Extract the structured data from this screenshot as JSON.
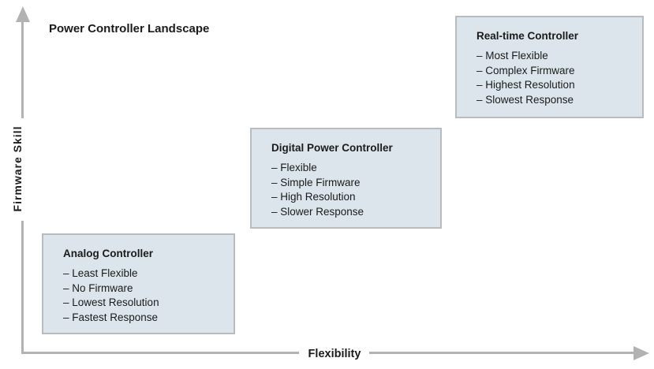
{
  "page": {
    "title": "Power Controller Landscape"
  },
  "axes": {
    "x": {
      "label": "Flexibility"
    },
    "y": {
      "label": "Firmware Skill"
    }
  },
  "colors": {
    "card_fill": "#dbe5eb",
    "card_border": "#b9bcbe",
    "axis_gray": "#b2b2b2",
    "text_dark": "#1b1b1b",
    "background": "#ffffff"
  },
  "boxes": [
    {
      "title": "Analog Controller",
      "items": [
        "– Least Flexible",
        "– No Firmware",
        "– Lowest Resolution",
        "– Fastest Response"
      ]
    },
    {
      "title": "Digital Power Controller",
      "items": [
        "– Flexible",
        "– Simple Firmware",
        "– High Resolution",
        "– Slower Response"
      ]
    },
    {
      "title": "Real-time Controller",
      "items": [
        "– Most Flexible",
        "– Complex Firmware",
        "– Highest Resolution",
        "– Slowest Response"
      ]
    }
  ]
}
